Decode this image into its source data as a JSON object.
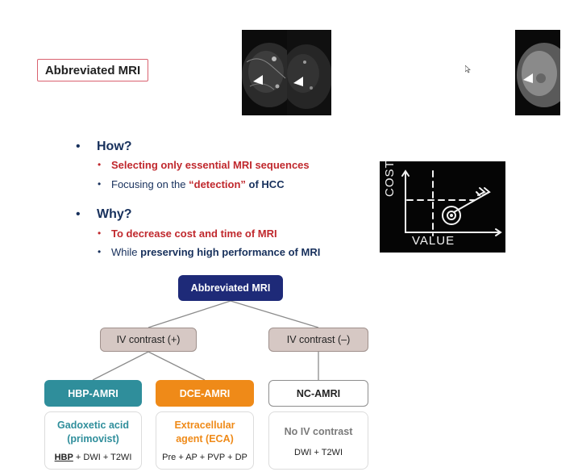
{
  "slide": {
    "title": "Abbreviated MRI",
    "how": {
      "heading": "How?",
      "item1": "Selecting only essential MRI sequences",
      "item2_prefix": "Focusing on the ",
      "item2_emph": "“detection”",
      "item2_suffix": " of HCC"
    },
    "why": {
      "heading": "Why?",
      "item1": "To decrease cost and time of MRI",
      "item2_prefix": "While ",
      "item2_emph": "preserving high performance of MRI"
    }
  },
  "cost_value_graphic": {
    "y_label": "COST",
    "x_label": "VALUE"
  },
  "diagram": {
    "root": "Abbreviated MRI",
    "iv_pos": "IV contrast (+)",
    "iv_neg": "IV contrast (–)",
    "hbp": {
      "label": "HBP-AMRI",
      "agent_line1": "Gadoxetic acid",
      "agent_line2": "(primovist)",
      "seq_emph": "HBP",
      "seq_rest": " + DWI + T2WI"
    },
    "dce": {
      "label": "DCE-AMRI",
      "agent_line1": "Extracellular",
      "agent_line2": "agent (ECA)",
      "seq": "Pre + AP + PVP + DP"
    },
    "nc": {
      "label": "NC-AMRI",
      "agent_line1": "No IV contrast",
      "seq": "DWI + T2WI"
    }
  },
  "colors": {
    "title_border": "#d9616f",
    "heading_navy": "#17305c",
    "emphasis_red": "#c0282d",
    "root_node": "#1e2a78",
    "hbp_teal": "#2f8e9b",
    "dce_orange": "#ef8a18",
    "contrast_node": "#d6c8c4"
  }
}
